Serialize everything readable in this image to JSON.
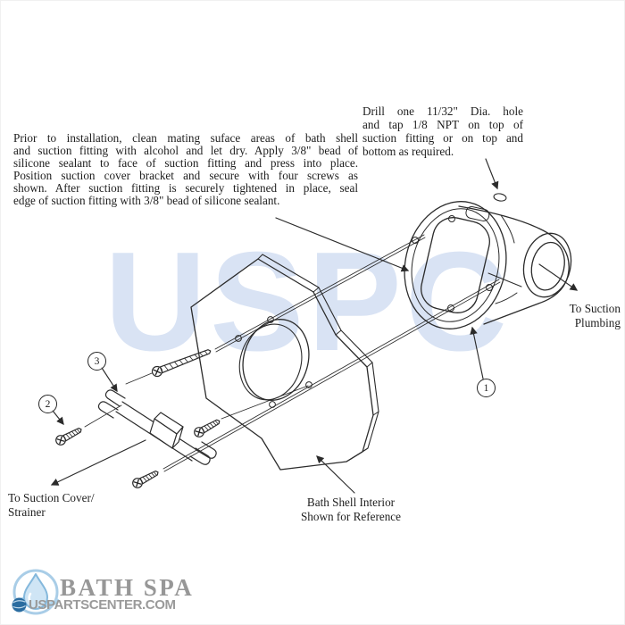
{
  "watermark": {
    "text": "USPC",
    "color": "#d9e3f4"
  },
  "instructions": {
    "main_lines": [
      "Prior to installation, clean mating suface areas of bath shell",
      "and suction fitting with alcohol and let dry. Apply 3/8\" bead of",
      "silicone sealant to face of suction fitting and press into place.",
      "Position suction cover bracket and secure with four screws as",
      "shown. After suction fitting is securely tightened in place, seal",
      "edge of suction fitting with 3/8\" bead of silicone sealant."
    ],
    "drill_lines": [
      "Drill one 11/32\" Dia. hole",
      "and tap 1/8 NPT on top of",
      "suction fitting or on top and",
      "bottom as required."
    ]
  },
  "labels": {
    "to_suction_plumbing": "To Suction Plumbing",
    "to_suction_cover_strainer": "To Suction Cover/ Strainer",
    "bath_shell_reference": "Bath Shell Interior Shown for Reference"
  },
  "callouts": [
    {
      "num": "1"
    },
    {
      "num": "2"
    },
    {
      "num": "3"
    }
  ],
  "logo": {
    "brand": "BATH SPA",
    "site": "USPARTSCENTER.COM"
  },
  "colors": {
    "line": "#2b2b2b",
    "watermark": "#d9e3f4",
    "brand_text": "#979797",
    "site_text": "#9a9a9a",
    "logo_circle_blue": "#a9cde7",
    "logo_drop_fill": "#cfe5f5",
    "logo_drop_stroke": "#84b8dc",
    "logo_globe_blue": "#2a6ca0"
  }
}
